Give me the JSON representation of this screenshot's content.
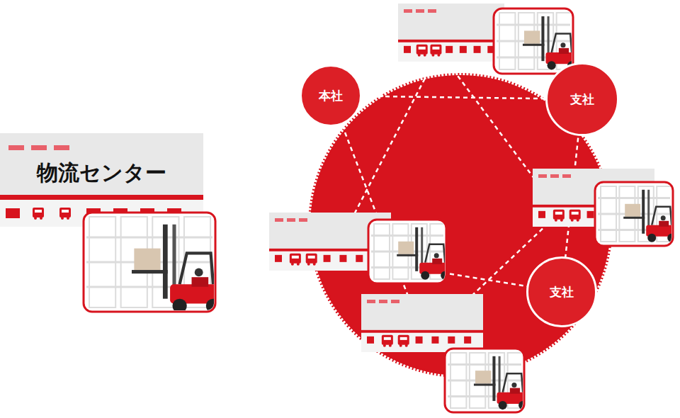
{
  "diagram": {
    "nodes": [
      {
        "text": [
          "物流センター"
        ]
      },
      {
        "text": [
          "本社"
        ]
      },
      {
        "text": [
          "支社"
        ]
      },
      {
        "text": [
          "支社"
        ]
      }
    ],
    "edges": [
      {
        "from": 1,
        "to": 2,
        "arrow": "none"
      }
    ]
  }
}
